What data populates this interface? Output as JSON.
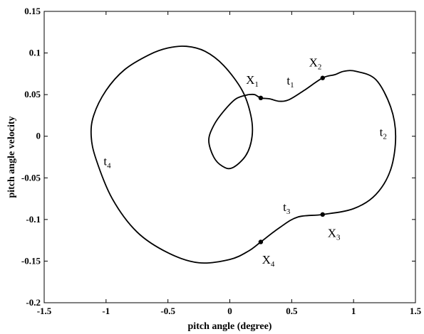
{
  "chart_data": {
    "type": "line",
    "title": "",
    "xlabel": "pitch angle (degree)",
    "ylabel": "pitch angle velocity",
    "xlim": [
      -1.5,
      1.5
    ],
    "ylim": [
      -0.2,
      0.15
    ],
    "xticks": [
      -1.5,
      -1,
      -0.5,
      0,
      0.5,
      1,
      1.5
    ],
    "yticks": [
      -0.2,
      -0.15,
      -0.1,
      -0.05,
      0,
      0.05,
      0.1,
      0.15
    ],
    "xtick_labels": [
      "-1.5",
      "-1",
      "-0.5",
      "0",
      "0.5",
      "1",
      "1.5"
    ],
    "ytick_labels": [
      "-0.2",
      "-0.15",
      "-0.1",
      "-0.05",
      "0",
      "0.05",
      "0.1",
      "0.15"
    ],
    "grid": false,
    "series": [
      {
        "name": "",
        "x": [
          0.15,
          0.05,
          -0.05,
          -0.13,
          -0.17,
          -0.13,
          -0.06,
          0.02,
          0.13,
          0.18,
          0.17,
          0.1,
          -0.05,
          -0.2,
          -0.35,
          -0.5,
          -0.65,
          -0.85,
          -1.0,
          -1.1,
          -1.12,
          -1.08,
          -0.95,
          -0.75,
          -0.5,
          -0.25,
          0.0,
          0.15,
          0.25,
          0.4,
          0.55,
          0.75,
          1.0,
          1.18,
          1.3,
          1.34,
          1.3,
          1.18,
          1.02,
          0.92,
          0.85,
          0.75,
          0.6,
          0.48,
          0.4,
          0.32,
          0.25,
          0.2,
          0.15
        ],
        "y": [
          0.05,
          0.045,
          0.03,
          0.013,
          -0.005,
          -0.025,
          -0.036,
          -0.038,
          -0.023,
          0.0,
          0.025,
          0.055,
          0.085,
          0.102,
          0.108,
          0.106,
          0.098,
          0.08,
          0.055,
          0.025,
          0.0,
          -0.028,
          -0.075,
          -0.115,
          -0.14,
          -0.152,
          -0.148,
          -0.138,
          -0.127,
          -0.11,
          -0.097,
          -0.094,
          -0.087,
          -0.07,
          -0.04,
          0.0,
          0.035,
          0.068,
          0.078,
          0.078,
          0.074,
          0.07,
          0.055,
          0.044,
          0.042,
          0.045,
          0.046,
          0.05,
          0.05
        ]
      }
    ],
    "points": [
      {
        "label": "X",
        "sub": "1",
        "x": 0.25,
        "y": 0.046
      },
      {
        "label": "X",
        "sub": "2",
        "x": 0.75,
        "y": 0.07
      },
      {
        "label": "X",
        "sub": "3",
        "x": 0.75,
        "y": -0.094
      },
      {
        "label": "X",
        "sub": "4",
        "x": 0.25,
        "y": -0.127
      }
    ],
    "annotations": [
      {
        "id": "x1",
        "main": "X",
        "sub": "1",
        "x": 0.13,
        "y": 0.063
      },
      {
        "id": "x2",
        "main": "X",
        "sub": "2",
        "x": 0.64,
        "y": 0.084
      },
      {
        "id": "x3",
        "main": "X",
        "sub": "3",
        "x": 0.79,
        "y": -0.121
      },
      {
        "id": "x4",
        "main": "X",
        "sub": "4",
        "x": 0.26,
        "y": -0.153
      },
      {
        "id": "t1",
        "main": "t",
        "sub": "1",
        "x": 0.46,
        "y": 0.062
      },
      {
        "id": "t2",
        "main": "t",
        "sub": "2",
        "x": 1.21,
        "y": 0.0
      },
      {
        "id": "t3",
        "main": "t",
        "sub": "3",
        "x": 0.43,
        "y": -0.09
      },
      {
        "id": "t4",
        "main": "t",
        "sub": "4",
        "x": -1.02,
        "y": -0.035
      }
    ]
  }
}
